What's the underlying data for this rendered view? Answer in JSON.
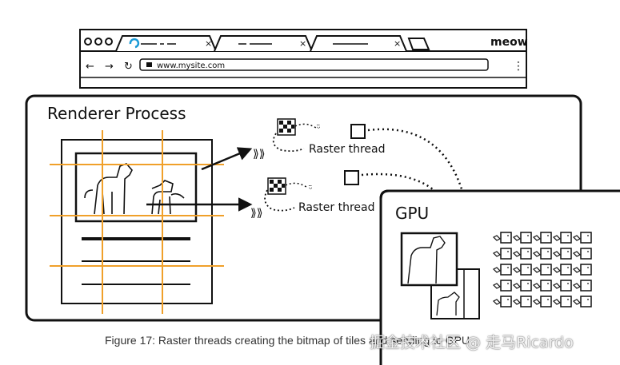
{
  "browser": {
    "brand": "meow",
    "url": "www.mysite.com"
  },
  "renderer": {
    "title": "Renderer Process",
    "threads": [
      {
        "label": "Raster thread"
      },
      {
        "label": "Raster thread"
      }
    ]
  },
  "gpu": {
    "title": "GPU",
    "tile_grid": {
      "rows": 5,
      "cols": 5
    }
  },
  "caption": "Figure 17: Raster threads creating the bitmap of tiles and sending to GPU",
  "watermark": "掘金技术社区 @ 走马Ricardo",
  "colors": {
    "grid_lines": "#f0a02a",
    "ink": "#111111"
  }
}
